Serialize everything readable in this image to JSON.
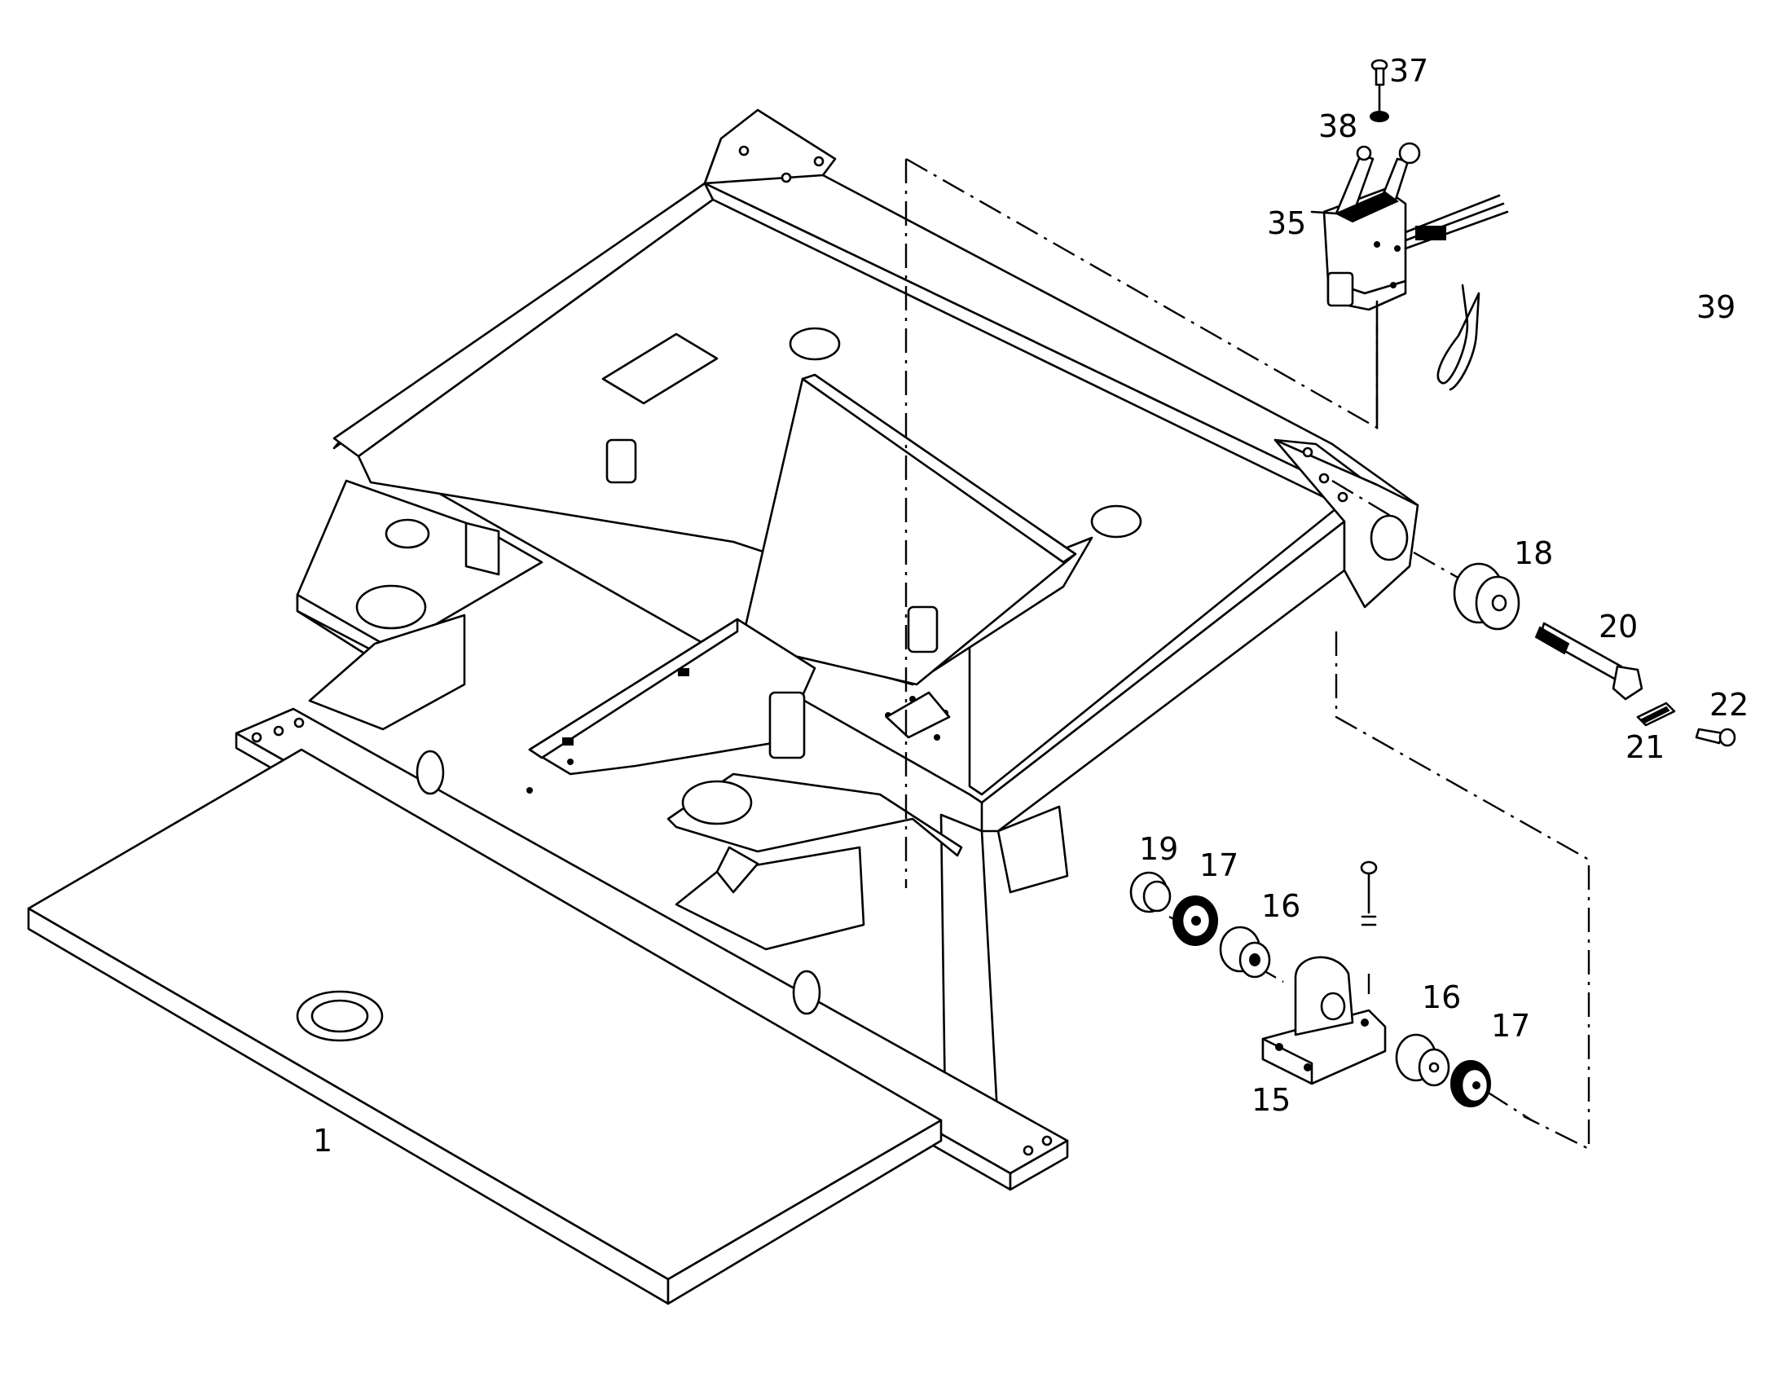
{
  "labels": {
    "p1": "1",
    "p15": "15",
    "p16a": "16",
    "p16b": "16",
    "p17a": "17",
    "p17b": "17",
    "p18": "18",
    "p19": "19",
    "p20": "20",
    "p21": "21",
    "p22": "22",
    "p35": "35",
    "p37": "37",
    "p38": "38",
    "p39": "39"
  },
  "colors": {
    "line": "#000000",
    "background": "#ffffff"
  }
}
